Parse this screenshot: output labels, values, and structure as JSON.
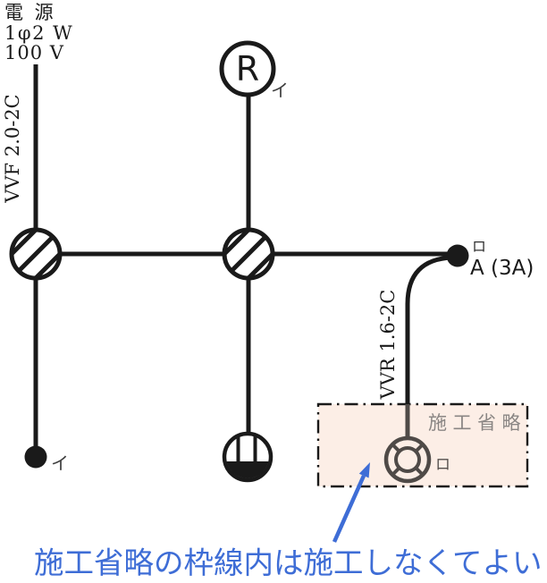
{
  "colors": {
    "line": "#1a1a1a",
    "blue": "#3e6dd6",
    "box_bg": "#fceee6",
    "gray_text": "#8a8684",
    "gray_line": "#4f4a47"
  },
  "power_source": {
    "title": "電 源",
    "system": "1φ2 W",
    "voltage": "100 V"
  },
  "cables": {
    "feeder": "VVF 2.0-2C",
    "branch": "VVR 1.6-2C"
  },
  "devices": {
    "lamp_receptacle": {
      "symbol": "R",
      "circuit": "イ"
    },
    "switch_i": {
      "circuit": "イ"
    },
    "switch_ro": {
      "circuit": "ロ",
      "type": "A (3A)"
    },
    "omitted_outlet": {
      "circuit": "ロ"
    }
  },
  "omission_box": {
    "label": "施工省略"
  },
  "annotation": {
    "note": "施工省略の枠線内は施工しなくてよい"
  }
}
